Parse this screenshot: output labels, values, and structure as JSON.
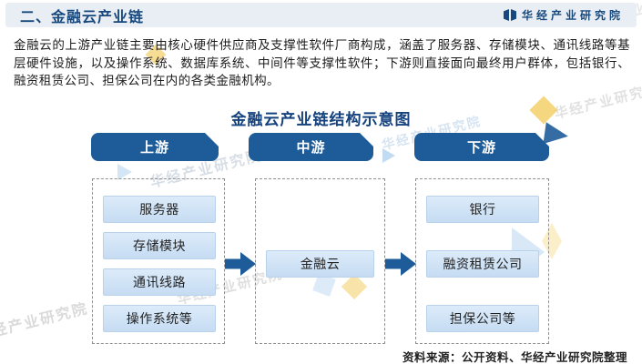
{
  "header": {
    "title": "二、金融云产业链",
    "logo_text": "华经产业研究院",
    "logo_icon": "book-bars-icon"
  },
  "intro": "金融云的上游产业链主要由核心硬件供应商及支撑性软件厂商构成，涵盖了服务器、存储模块、通讯线路等基层硬件设施，以及操作系统、数据库系统、中间件等支撑性软件；下游则直接面向最终用户群体，包括银行、融资租赁公司、担保公司在内的各类金融机构。",
  "diagram": {
    "title": "金融云产业链结构示意图",
    "columns": [
      {
        "id": "upstream",
        "label": "上游",
        "items": [
          "服务器",
          "存储模块",
          "通讯线路",
          "操作系统等"
        ]
      },
      {
        "id": "midstream",
        "label": "中游",
        "items": [
          "金融云"
        ]
      },
      {
        "id": "downstream",
        "label": "下游",
        "items": [
          "银行",
          "融资租赁公司",
          "担保公司等"
        ]
      }
    ],
    "arrow_icon": "right-arrow-icon"
  },
  "source_note": "资料来源：公开资料、华经产业研究院整理",
  "watermark_text": "华经产业研究院",
  "colors": {
    "accent_blue": "#1e5c99",
    "title_blue": "#15427e",
    "header_bg": "#e9eef4",
    "item_box_blue": "#c6dcf3",
    "watermark_yellow": "#f5d576",
    "watermark_gray": "#d9d9d9"
  }
}
